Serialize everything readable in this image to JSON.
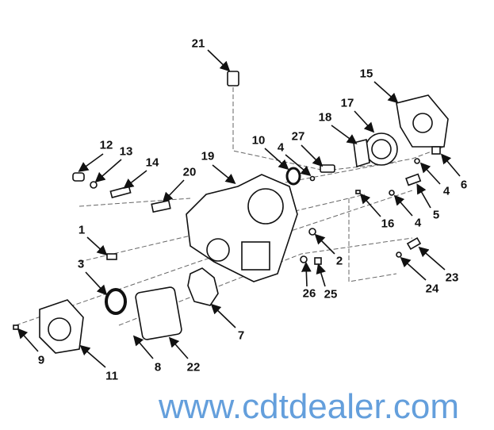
{
  "diagram": {
    "watermark": "www.cdtdealer.com",
    "callouts": [
      "21",
      "15",
      "17",
      "18",
      "10",
      "4",
      "27",
      "12",
      "13",
      "14",
      "20",
      "19",
      "6",
      "4",
      "5",
      "4",
      "16",
      "1",
      "2",
      "3",
      "26",
      "25",
      "24",
      "23",
      "7",
      "9",
      "11",
      "8",
      "22"
    ]
  }
}
